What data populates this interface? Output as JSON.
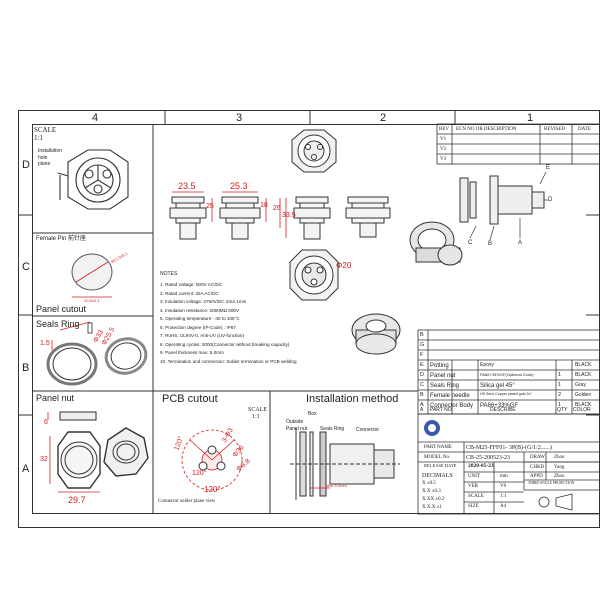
{
  "border": {
    "columns": [
      "4",
      "3",
      "2",
      "1"
    ],
    "rows": [
      "D",
      "C",
      "B",
      "A"
    ]
  },
  "scale_panel": {
    "label": "SCALE",
    "value": "1:1",
    "note": "Installation\nhole\nplane",
    "female_pin": "Female Pin  前针座"
  },
  "panel_cutout": {
    "title": "Panel cutout",
    "dim_a": "Φ21.5±0.1",
    "dim_b": "20.5±0.1"
  },
  "seal_ring": {
    "title": "Seals Ring",
    "d_outer": "Φ33",
    "d_inner": "Φ25.5",
    "thickness": "1.5"
  },
  "panel_nut": {
    "title": "Panel nut",
    "thick": "6",
    "height": "32",
    "width": "29.7"
  },
  "front_views": {
    "dim1": "23.5",
    "dim2": "25.3",
    "dim3": "25",
    "dim4": "18",
    "dim5": "26",
    "dim6": "33.5",
    "dim7": "Φ20"
  },
  "notes": {
    "title": "NOTES",
    "lines": [
      "1. Rated voltage: 500V AC/DC",
      "2. Rated current: 32A AC/DC",
      "3. Insulation voltage: 3750V/DC 2mA 1min",
      "4. Insulation resistance: 2000MΩ 500V",
      "5. Operating temperature: -40 to 105°C",
      "6. Protection degree (IP-Code) : IP67",
      "7. RoHS, UL94V-0, Anti-UV (UV-function)",
      "8. Operating cycles: 2000(Connector without breaking capacity)",
      "9. Panel thickness max: 5.0mm",
      "10. Termination and connection: Solder termination or PCB welding"
    ]
  },
  "pcb_cutout": {
    "title": "PCB cutout",
    "scale_label": "SCALE",
    "scale_value": "1:1",
    "d1": "3-Φ3",
    "d2": "Φ36",
    "d3": "Φ8.8",
    "a1": "120°",
    "a2": "120°",
    "a3": "120°",
    "caption": "Connector solder plane view"
  },
  "installation": {
    "title": "Installation method",
    "box": "Box",
    "outside": "Outside",
    "panel_nut": "Panel nut",
    "seals_ring": "Seals Ring",
    "connector": "Connector",
    "max": "Max 5.0mm"
  },
  "revision": {
    "headers": [
      "REV",
      "ECN NO OR DESCRIPTION",
      "REVISED",
      "DATE"
    ],
    "rows": [
      "V1",
      "V2",
      "V3"
    ]
  },
  "side_view_letters": [
    "A",
    "B",
    "C",
    "D",
    "E"
  ],
  "bom": {
    "row_letters": [
      "B",
      "G",
      "F",
      "E",
      "D",
      "C",
      "B",
      "A"
    ],
    "rows": [
      {
        "id": "E",
        "name": "Potting",
        "material": "Epoxy",
        "qty": "",
        "color": "BLACK"
      },
      {
        "id": "D",
        "name": "Panel nut",
        "material": "PA66+33%GF(Optional Color)",
        "qty": "1",
        "color": "BLACK"
      },
      {
        "id": "C",
        "name": "Seals Ring",
        "material": "Silica gel  45°",
        "qty": "1",
        "color": "Gray"
      },
      {
        "id": "B",
        "name": "Female needle",
        "material": "HS Semi Copper plated gold 2u\"",
        "qty": "2",
        "color": "Golden"
      },
      {
        "id": "A",
        "name": "Connector Body",
        "material": "PA66+33%GF",
        "qty": "1",
        "color": "BLACK"
      }
    ],
    "header": {
      "id": "A",
      "part": "PART NO.",
      "desc": "DESCRIBE",
      "qty": "QTY",
      "color": "COLOR"
    }
  },
  "title_block": {
    "part_name_label": "PART NAME",
    "part_name": "CB-M25-FFF01- 3P(B)-(G/1/2......)",
    "model_label": "MODEL No.",
    "model": "CB-25-200523-23",
    "release_label": "RELEASE DATE",
    "release": "2020-05-23",
    "decimals_label": "DECIMALS",
    "tolerances": [
      "X    ±0.5",
      "X.X   ±0.3",
      "X.XX  ±0.2",
      "X.X.X  ±1"
    ],
    "unit_label": "UNIT",
    "unit": "mm",
    "ver_label": "VER",
    "ver": "V0",
    "scale_label": "SCALE",
    "scale": "1:1",
    "size_label": "SIZE",
    "size": "A4",
    "draw_label": "DRAW",
    "draw": "Zhou",
    "chkd_label": "CHKD",
    "chkd": "Yang",
    "appd_label": "APPD",
    "appd": "Zhou",
    "projection": "THIRD ANGLE PROJECTION"
  }
}
